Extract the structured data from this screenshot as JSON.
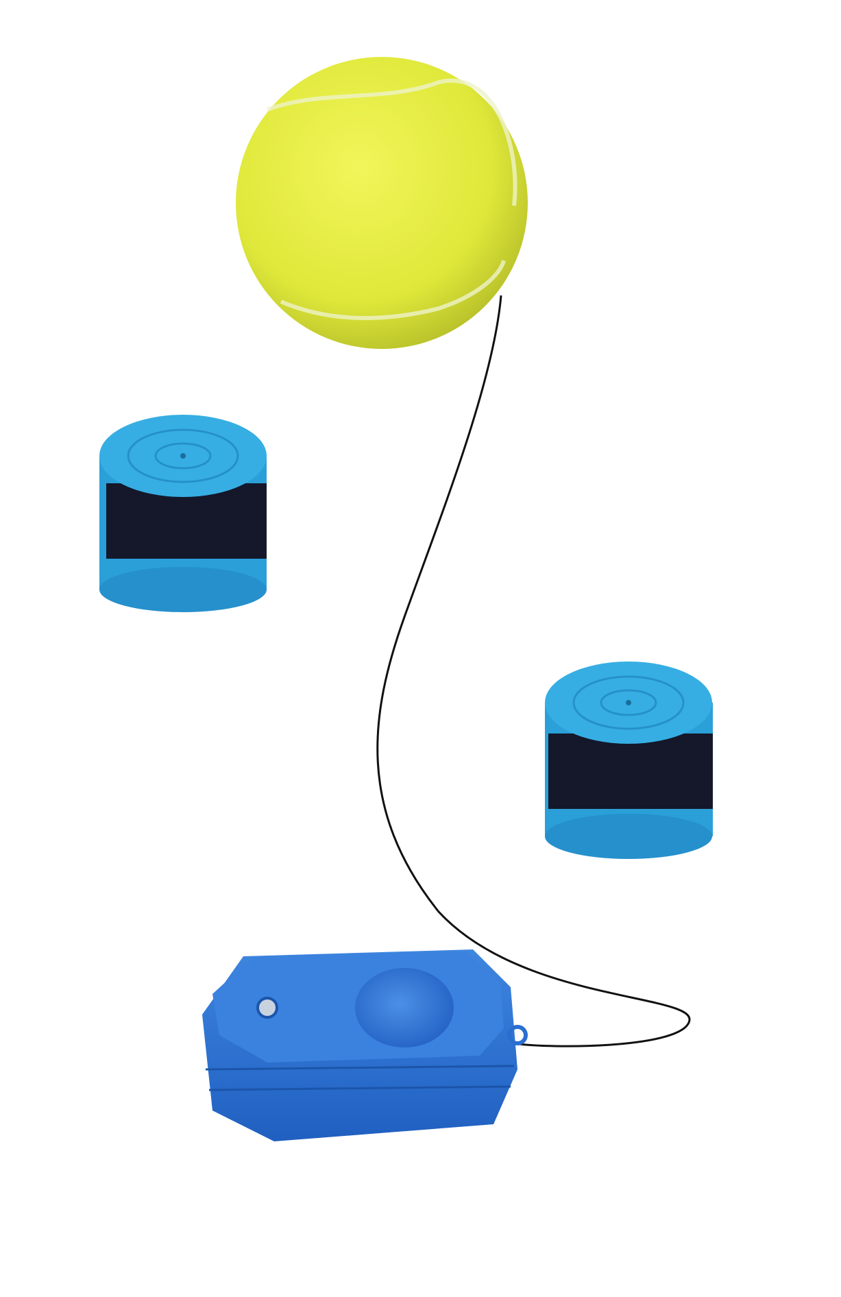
{
  "scene": {
    "background": "#ffffff",
    "objects": [
      {
        "name": "tennis-ball",
        "color": "#e4ec3c"
      },
      {
        "name": "overgrip-roll-left",
        "color": "#2a9fd8"
      },
      {
        "name": "overgrip-roll-right",
        "color": "#2a9fd8"
      },
      {
        "name": "elastic-string",
        "color": "#111111"
      },
      {
        "name": "trainer-base",
        "color": "#2a6fd0"
      }
    ]
  }
}
